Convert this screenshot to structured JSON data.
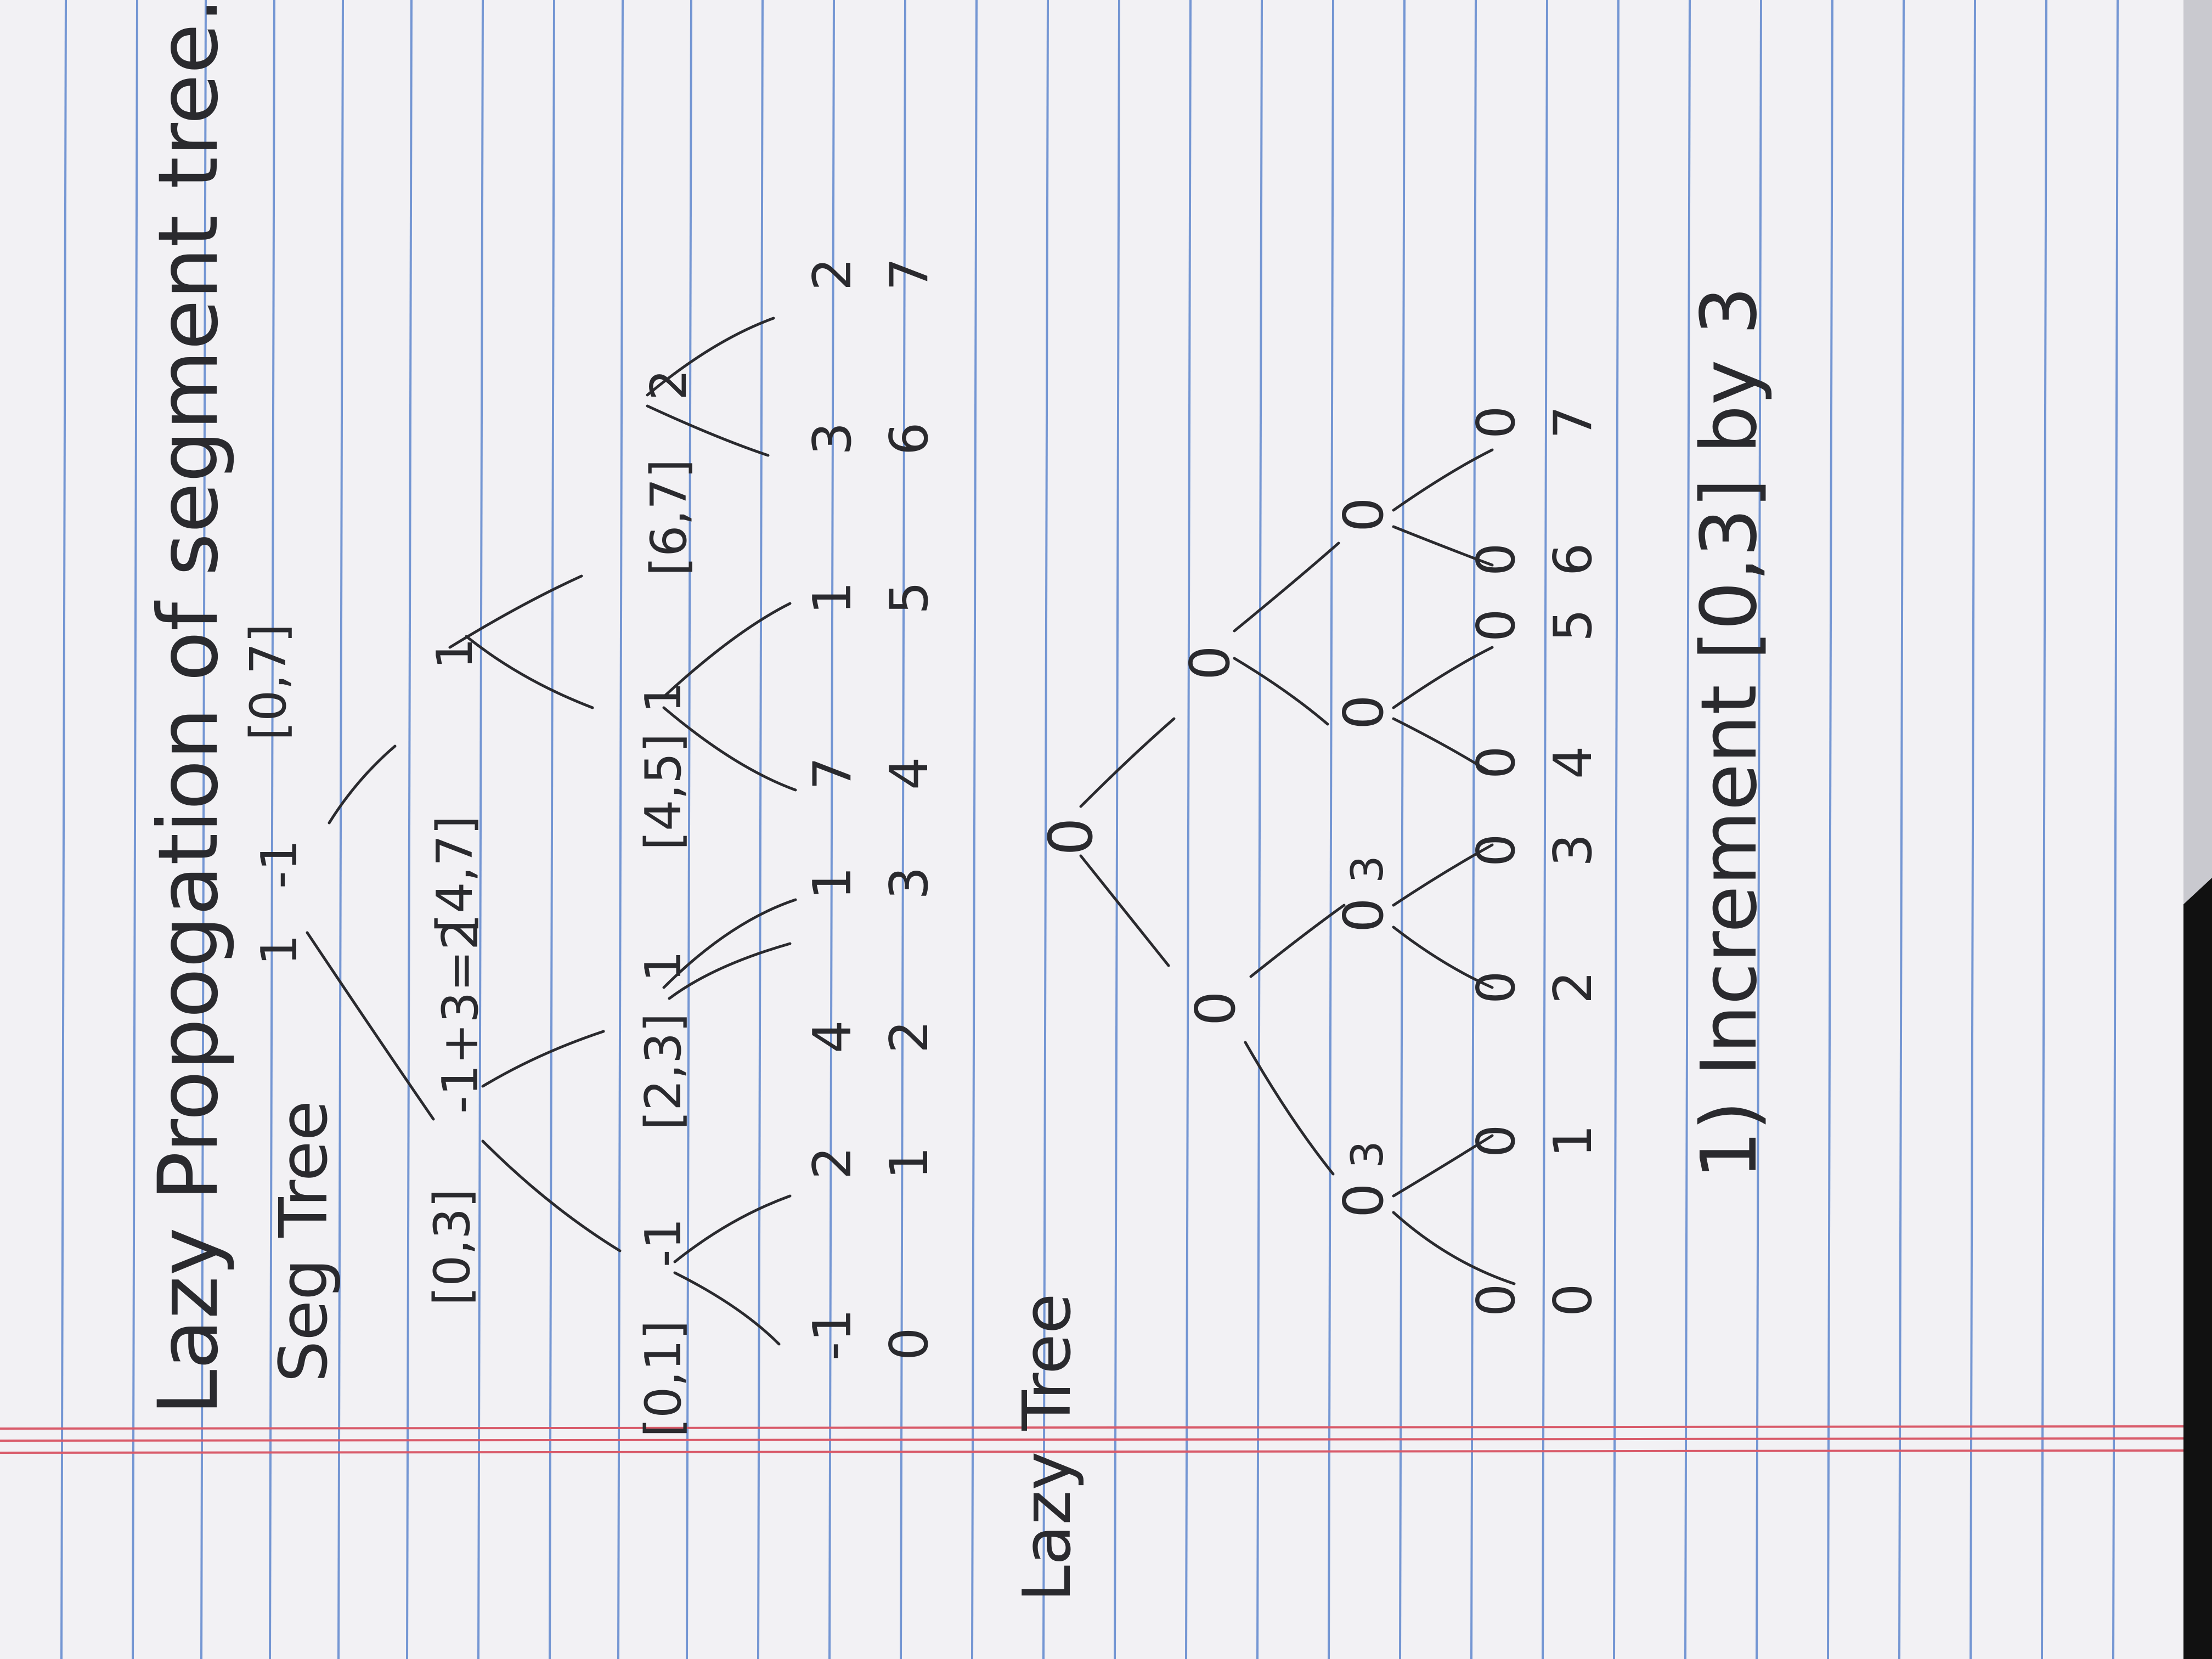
{
  "heading": "Lazy Propogation of segment tree.",
  "seg_tree": {
    "label": "Seg Tree",
    "ranges": [
      "[0,7]",
      "[0,3]",
      "[4,7]",
      "[0,1]",
      "[2,3]",
      "[4,5]",
      "[6,7]"
    ],
    "root_value": "1",
    "root_value_alt": "-1",
    "node_0_3_expr": "-1+3=2",
    "node_0_1_value": "-1",
    "node_2_3_value": "1",
    "node_4_7_value": "1",
    "node_4_5_value": "1",
    "node_6_7_value": "2",
    "leaf_values": [
      "-1",
      "2",
      "4",
      "1",
      "7",
      "1",
      "3",
      "2"
    ],
    "indices": [
      "0",
      "1",
      "2",
      "3",
      "4",
      "5",
      "6",
      "7"
    ]
  },
  "lazy_tree": {
    "label": "Lazy Tree",
    "root": "0",
    "level1": [
      "0",
      "0"
    ],
    "level2": [
      "0",
      "0",
      "0",
      "0"
    ],
    "level2_updates": [
      "3",
      "3"
    ],
    "leaves": [
      "0",
      "0",
      "0",
      "0",
      "0",
      "0",
      "0",
      "0"
    ],
    "indices": [
      "0",
      "1",
      "2",
      "3",
      "4",
      "5",
      "6",
      "7"
    ]
  },
  "step_note": "1) Increment [0,3] by 3",
  "colors": {
    "paper": "#f2f1f4",
    "rule_line": "#4b78c8",
    "margin_line": "#d95b6a",
    "ink": "#2a2a2e",
    "desk": "#111111"
  }
}
